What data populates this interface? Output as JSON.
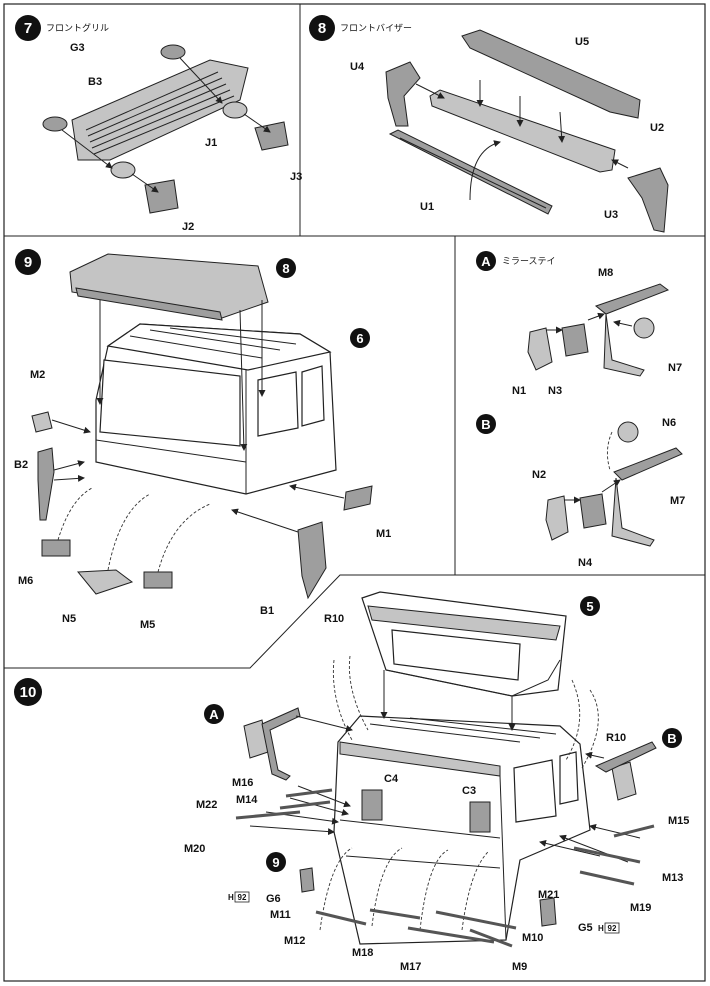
{
  "steps": [
    {
      "number": "7",
      "title": "フロントグリル"
    },
    {
      "number": "8",
      "title": "フロントバイザー"
    },
    {
      "number": "9",
      "title": ""
    },
    {
      "number": "10",
      "title": ""
    }
  ],
  "substeps": [
    {
      "letter": "A",
      "title": "ミラーステイ"
    },
    {
      "letter": "B",
      "title": ""
    }
  ],
  "part_labels": {
    "G3": "G3",
    "B3": "B3",
    "J1": "J1",
    "J2": "J2",
    "J3": "J3",
    "U1": "U1",
    "U2": "U2",
    "U3": "U3",
    "U4": "U4",
    "U5": "U5",
    "M1": "M1",
    "M2": "M2",
    "M5": "M5",
    "M6": "M6",
    "B1": "B1",
    "B2": "B2",
    "N5": "N5",
    "M7": "M7",
    "M8": "M8",
    "N2": "N2",
    "N3": "N3",
    "N4": "N4",
    "N6": "N6",
    "N7": "N7",
    "N1": "N1",
    "R10a": "R10",
    "R10b": "R10",
    "C3": "C3",
    "C4": "C4",
    "M9": "M9",
    "M10": "M10",
    "M11": "M11",
    "M12": "M12",
    "M13": "M13",
    "M14": "M14",
    "M15": "M15",
    "M16": "M16",
    "M17": "M17",
    "M18": "M18",
    "M19": "M19",
    "M20": "M20",
    "M21": "M21",
    "M22": "M22",
    "G5": "G5",
    "G6": "G6"
  },
  "callouts": {
    "sub8": "8",
    "sub6": "6",
    "sub5": "5",
    "sub9": "9",
    "subA": "A",
    "subB": "B"
  },
  "color_refs": {
    "h_prefix": "H",
    "code": "92"
  }
}
